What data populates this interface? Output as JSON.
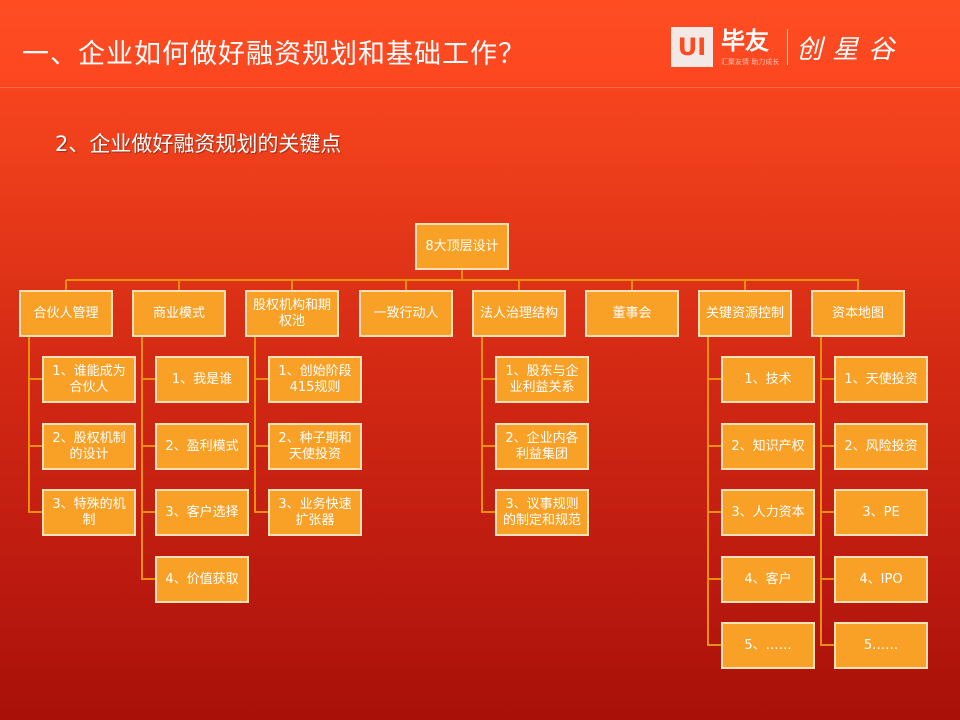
{
  "title": "一、企业如何做好融资规划和基础工作？",
  "logo": {
    "ui": "UI",
    "brand": "毕友",
    "tagline": "汇聚友情 助力成长",
    "partner": "创星谷"
  },
  "subtitle": "2、企业做好融资规划的关键点",
  "colors": {
    "box": "#f9a027",
    "line": "#e8900e"
  },
  "root": "8大顶层设计",
  "branches": [
    {
      "label": "合伙人管理",
      "children": [
        "1、谁能成为合伙人",
        "2、股权机制的设计",
        "3、特殊的机制"
      ]
    },
    {
      "label": "商业模式",
      "children": [
        "1、我是谁",
        "2、盈利模式",
        "3、客户选择",
        "4、价值获取"
      ]
    },
    {
      "label": "股权机构和期权池",
      "children": [
        "1、创始阶段415规则",
        "2、种子期和天使投资",
        "3、业务快速扩张器"
      ]
    },
    {
      "label": "一致行动人",
      "children": []
    },
    {
      "label": "法人治理结构",
      "children": [
        "1、股东与企业利益关系",
        "2、企业内各利益集团",
        "3、议事规则的制定和规范"
      ]
    },
    {
      "label": "董事会",
      "children": []
    },
    {
      "label": "关键资源控制",
      "children": [
        "1、技术",
        "2、知识产权",
        "3、人力资本",
        "4、客户",
        "5、……"
      ]
    },
    {
      "label": "资本地图",
      "children": [
        "1、天使投资",
        "2、风险投资",
        "3、PE",
        "4、IPO",
        "5……"
      ]
    }
  ]
}
